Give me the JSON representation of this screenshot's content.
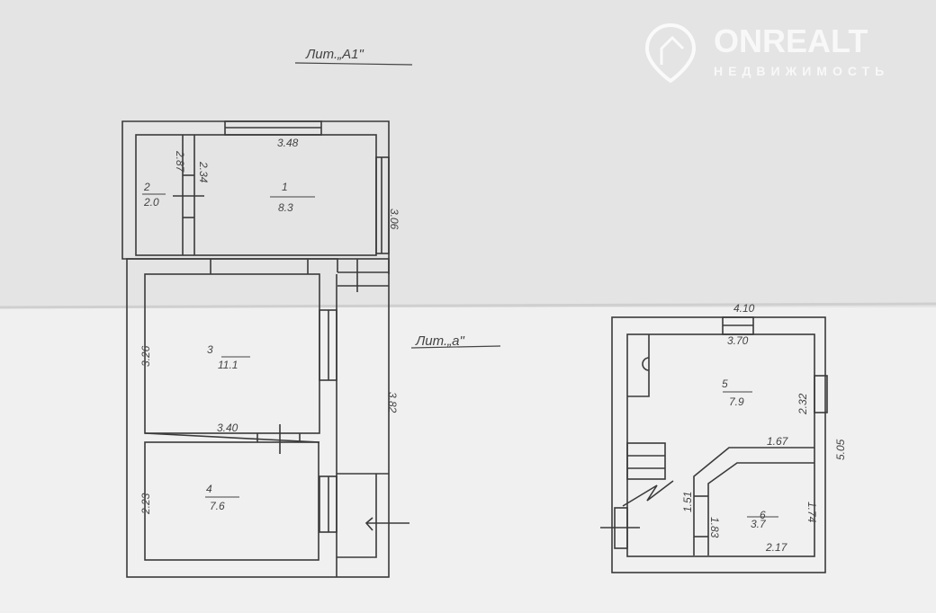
{
  "watermark": {
    "brand": "ONREALT",
    "subtitle": "НЕДВИЖИМОСТЬ"
  },
  "building_a_upper": {
    "title": "Лит.„А1\"",
    "rooms": [
      {
        "number": "1",
        "area": "8.3"
      },
      {
        "number": "2",
        "area": "2.0"
      }
    ],
    "dimensions": [
      "3.48",
      "2.87",
      "2.34",
      "3.06"
    ]
  },
  "building_a_lower": {
    "rooms": [
      {
        "number": "3",
        "area": "11.1"
      },
      {
        "number": "4",
        "area": "7.6"
      }
    ],
    "dimensions": [
      "3.26",
      "3.40",
      "2.23",
      "3.82"
    ]
  },
  "building_a_small": {
    "title": "Лит.„а\"",
    "rooms": [
      {
        "number": "5",
        "area": "7.9"
      },
      {
        "number": "6",
        "area": "3.7"
      }
    ],
    "dimensions": [
      "4.10",
      "3.70",
      "2.32",
      "5.05",
      "1.67",
      "1.51",
      "1.83",
      "1.74",
      "2.17"
    ]
  }
}
